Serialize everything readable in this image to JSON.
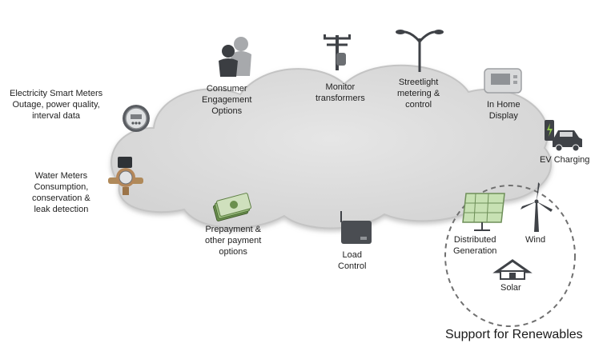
{
  "labels": {
    "electricity": [
      "Electricity Smart Meters",
      "Outage, power quality,",
      "interval data"
    ],
    "consumer": [
      "Consumer",
      "Engagement",
      "Options"
    ],
    "monitor": [
      "Monitor",
      "transformers"
    ],
    "streetlight": [
      "Streetlight",
      "metering &",
      "control"
    ],
    "inhome": [
      "In Home",
      "Display"
    ],
    "ev": [
      "EV Charging"
    ],
    "water": [
      "Water Meters",
      "Consumption,",
      "conservation &",
      "leak detection"
    ],
    "prepay": [
      "Prepayment &",
      "other payment",
      "options"
    ],
    "load": [
      "Load",
      "Control"
    ],
    "distributed": [
      "Distributed",
      "Generation"
    ],
    "wind": [
      "Wind"
    ],
    "solar": [
      "Solar"
    ]
  },
  "renewables_title": "Support for Renewables",
  "icons": [
    "meter-icon",
    "people-icon",
    "transformer-icon",
    "streetlight-icon",
    "display-icon",
    "ev-icon",
    "water-meter-icon",
    "cash-icon",
    "load-control-icon",
    "solar-panel-icon",
    "wind-turbine-icon",
    "house-icon"
  ],
  "colors": {
    "cloud_fill": "#dcdcdc",
    "cloud_stroke": "#c4c4c4",
    "dash_circle": "#707070",
    "icon_dark": "#4a4d52",
    "solar_green": "#a9d18e"
  }
}
